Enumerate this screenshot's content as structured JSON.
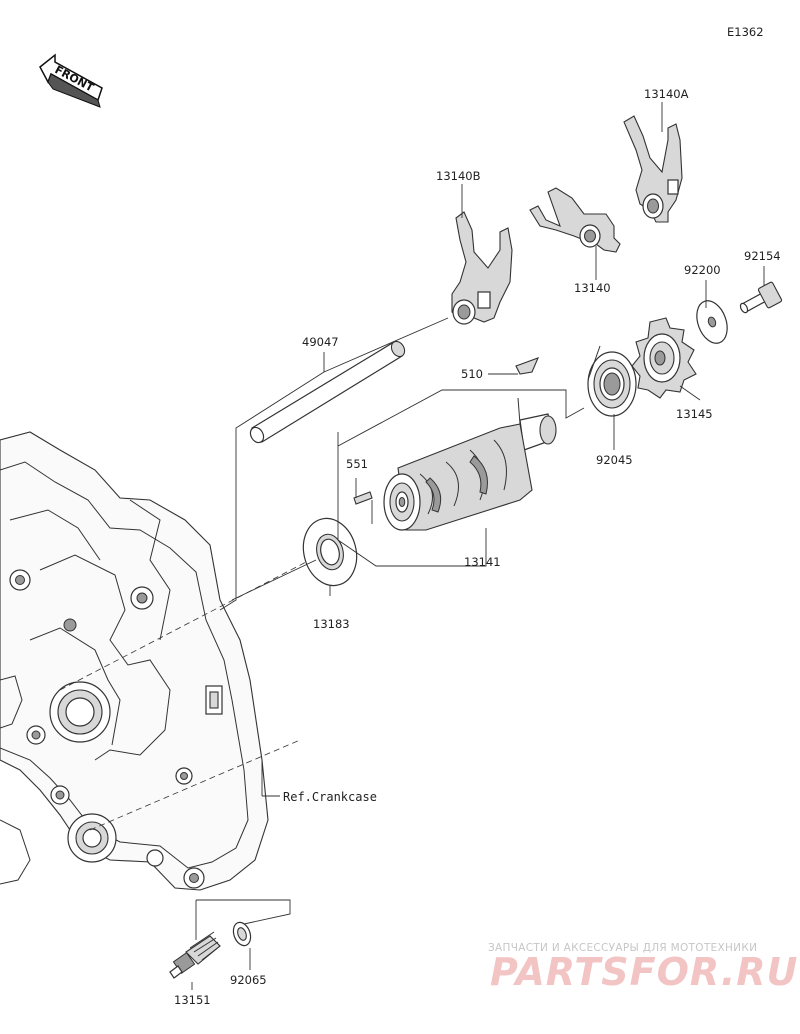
{
  "diagram_code": "E1362",
  "front_label": "FRONT",
  "parts": [
    {
      "id": "p13140A",
      "number": "13140A"
    },
    {
      "id": "p13140B",
      "number": "13140B"
    },
    {
      "id": "p13140",
      "number": "13140"
    },
    {
      "id": "p92154",
      "number": "92154"
    },
    {
      "id": "p92200",
      "number": "92200"
    },
    {
      "id": "p49047",
      "number": "49047"
    },
    {
      "id": "p510",
      "number": "510"
    },
    {
      "id": "p13145",
      "number": "13145"
    },
    {
      "id": "p551",
      "number": "551"
    },
    {
      "id": "p92045",
      "number": "92045"
    },
    {
      "id": "p13141",
      "number": "13141"
    },
    {
      "id": "p13183",
      "number": "13183"
    },
    {
      "id": "p13151",
      "number": "13151"
    },
    {
      "id": "p92065",
      "number": "92065"
    }
  ],
  "reference_label": "Ref.Crankcase",
  "watermark": {
    "tagline": "ЗАПЧАСТИ И АКСЕССУАРЫ ДЛЯ МОТОТЕХНИКИ",
    "brand": "PARTSFOR.RU"
  }
}
